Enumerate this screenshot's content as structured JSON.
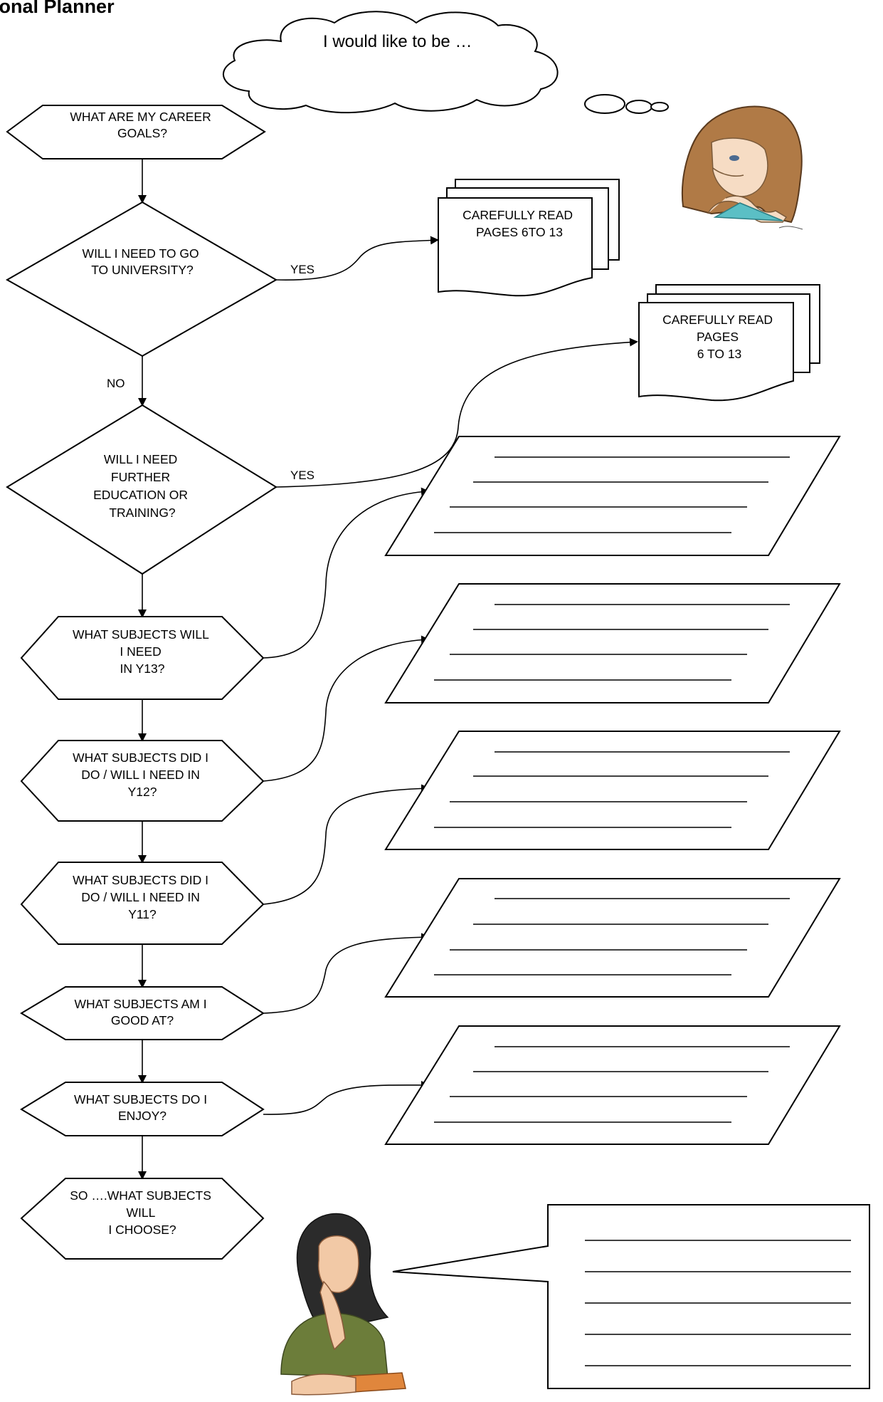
{
  "page": {
    "title": "ersonal Planner"
  },
  "thought_bubble": {
    "text": "I would like to be …"
  },
  "flow": {
    "career_goals": [
      "WHAT ARE MY CAREER",
      "GOALS?"
    ],
    "university": [
      "WILL I NEED TO GO",
      "TO UNIVERSITY?"
    ],
    "further_education": [
      "WILL I NEED",
      "FURTHER",
      "EDUCATION OR",
      "TRAINING?"
    ],
    "y13": [
      "WHAT SUBJECTS WILL",
      "I NEED",
      "IN Y13?"
    ],
    "y12": [
      "WHAT SUBJECTS DID I",
      "DO / WILL I NEED IN",
      "Y12?"
    ],
    "y11": [
      "WHAT SUBJECTS DID I",
      "DO / WILL I NEED IN",
      "Y11?"
    ],
    "good_at": [
      "WHAT SUBJECTS AM I",
      "GOOD AT?"
    ],
    "enjoy": [
      "WHAT SUBJECTS DO I",
      "ENJOY?"
    ],
    "choose": [
      "SO ….WHAT SUBJECTS",
      "WILL",
      "I CHOOSE?"
    ]
  },
  "documents": {
    "doc1": [
      "CAREFULLY READ",
      "PAGES 6TO 13"
    ],
    "doc2": [
      "CAREFULLY READ",
      "PAGES",
      "6 TO 13"
    ]
  },
  "edge_labels": {
    "yes_1": "YES",
    "no": "NO",
    "yes_2": "YES"
  },
  "illustrations": {
    "top": "thinking-girl-illustration",
    "bottom": "thinking-woman-illustration"
  }
}
